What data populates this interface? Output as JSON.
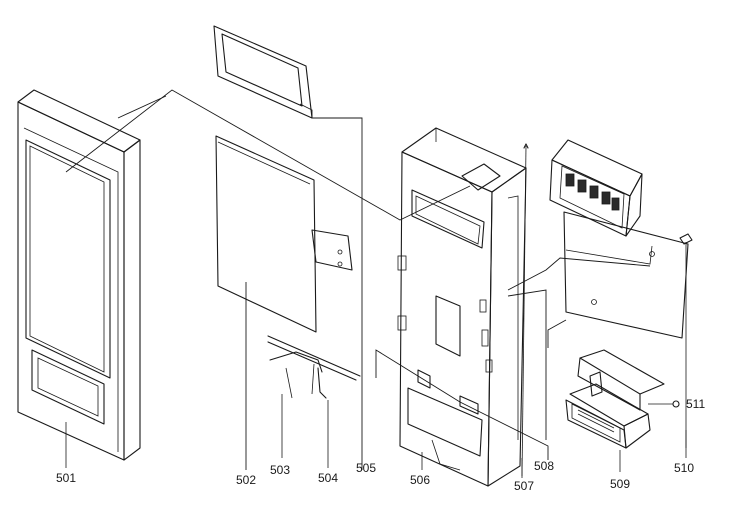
{
  "diagram": {
    "parts": [
      {
        "id": "501",
        "label": "501"
      },
      {
        "id": "502",
        "label": "502"
      },
      {
        "id": "503",
        "label": "503"
      },
      {
        "id": "504",
        "label": "504"
      },
      {
        "id": "505",
        "label": "505"
      },
      {
        "id": "506",
        "label": "506"
      },
      {
        "id": "507",
        "label": "507"
      },
      {
        "id": "508",
        "label": "508"
      },
      {
        "id": "509",
        "label": "509"
      },
      {
        "id": "510",
        "label": "510"
      },
      {
        "id": "511",
        "label": "511"
      }
    ]
  },
  "colors": {
    "ink": "#1a1a1a",
    "background": "#ffffff"
  }
}
